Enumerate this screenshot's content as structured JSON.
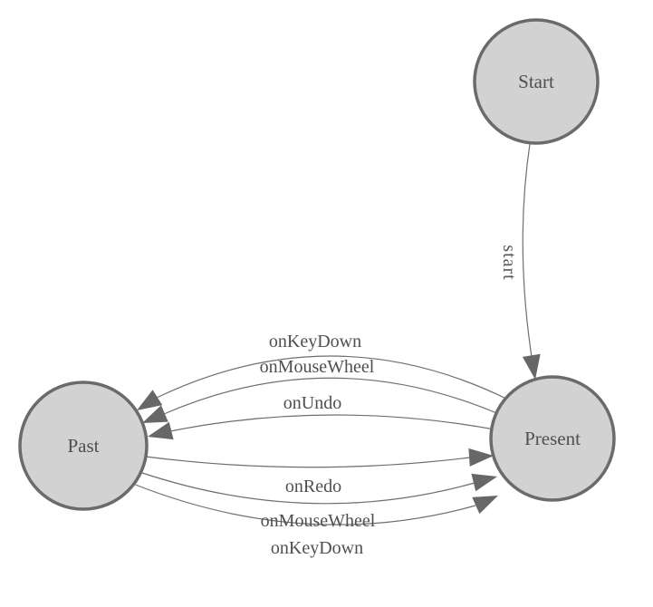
{
  "diagram": {
    "type": "state-diagram",
    "background": "#ffffff",
    "colors": {
      "node_fill": "#d2d2d2",
      "node_border": "#6b6b6b",
      "edge_line": "#6e6e6e",
      "arrowhead": "#676767",
      "label_text": "#4f4f4f"
    },
    "nodes": [
      {
        "id": "start",
        "label": "Start"
      },
      {
        "id": "past",
        "label": "Past"
      },
      {
        "id": "present",
        "label": "Present"
      }
    ],
    "edges": [
      {
        "from": "start",
        "to": "present",
        "label": "start"
      },
      {
        "from": "present",
        "to": "past",
        "label": "onKeyDown"
      },
      {
        "from": "present",
        "to": "past",
        "label": "onMouseWheel"
      },
      {
        "from": "present",
        "to": "past",
        "label": "onUndo"
      },
      {
        "from": "past",
        "to": "present",
        "label": "onRedo"
      },
      {
        "from": "past",
        "to": "present",
        "label": "onMouseWheel"
      },
      {
        "from": "past",
        "to": "present",
        "label": "onKeyDown"
      }
    ]
  }
}
